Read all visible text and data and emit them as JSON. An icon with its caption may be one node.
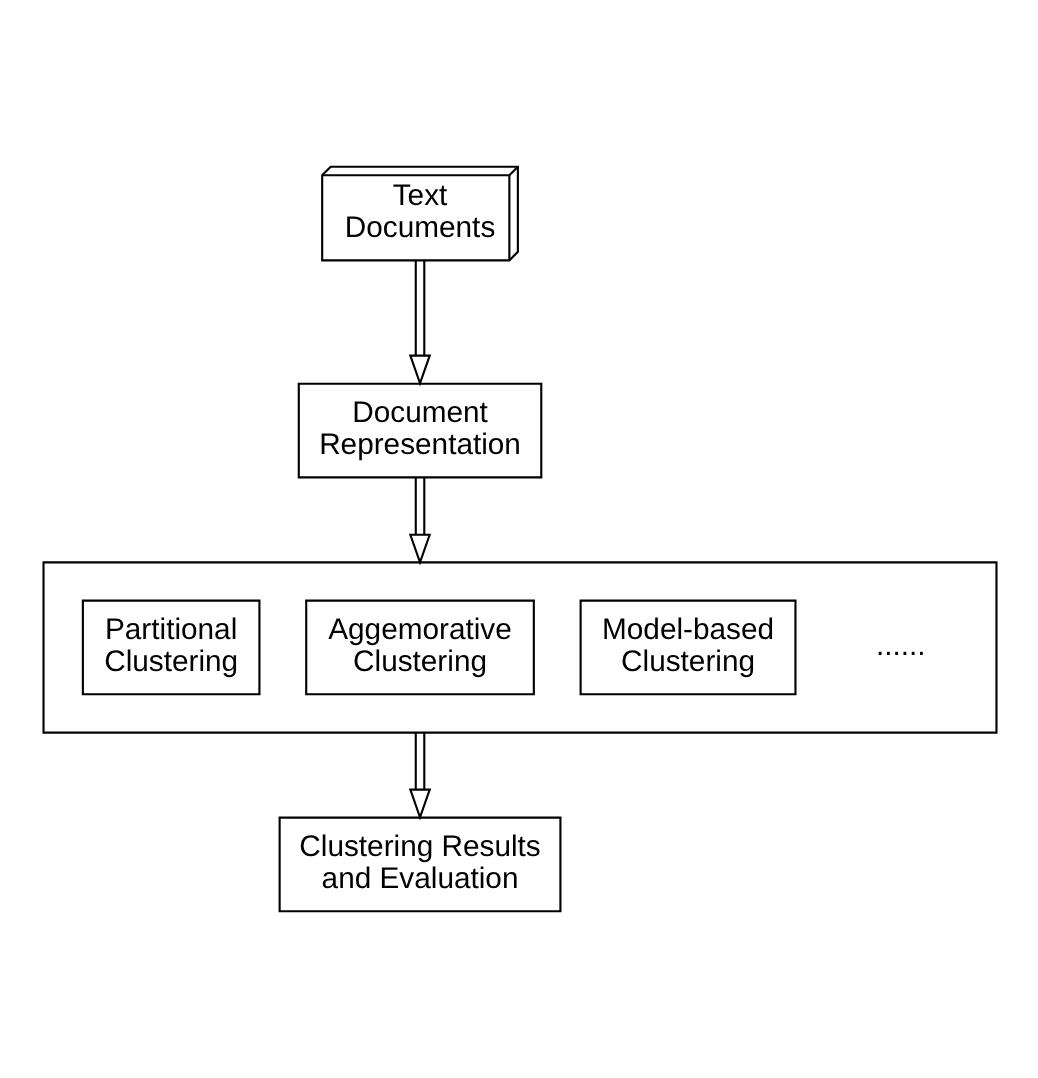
{
  "diagram": {
    "nodes": [
      {
        "text": [
          "Text Documents"
        ]
      },
      {
        "text": [
          "Document Representation"
        ]
      },
      {
        "text": [],
        "shape": "box"
      },
      {
        "text": [
          "Partitional Clustering"
        ],
        "in": 2
      },
      {
        "text": [
          "Aggemorative Clustering"
        ],
        "in": 2
      },
      {
        "text": [
          "Model-based Clustering"
        ],
        "in": 2
      },
      {
        "text": [
          "Clustering Results and Evaluation"
        ]
      }
    ],
    "edges": [
      {
        "from": 0,
        "to": 1,
        "arrow": "to"
      },
      {
        "from": 1,
        "to": 2,
        "arrow": "to"
      },
      {
        "from": 2,
        "to": 6,
        "arrow": "to"
      }
    ],
    "labels": [
      "......"
    ]
  }
}
